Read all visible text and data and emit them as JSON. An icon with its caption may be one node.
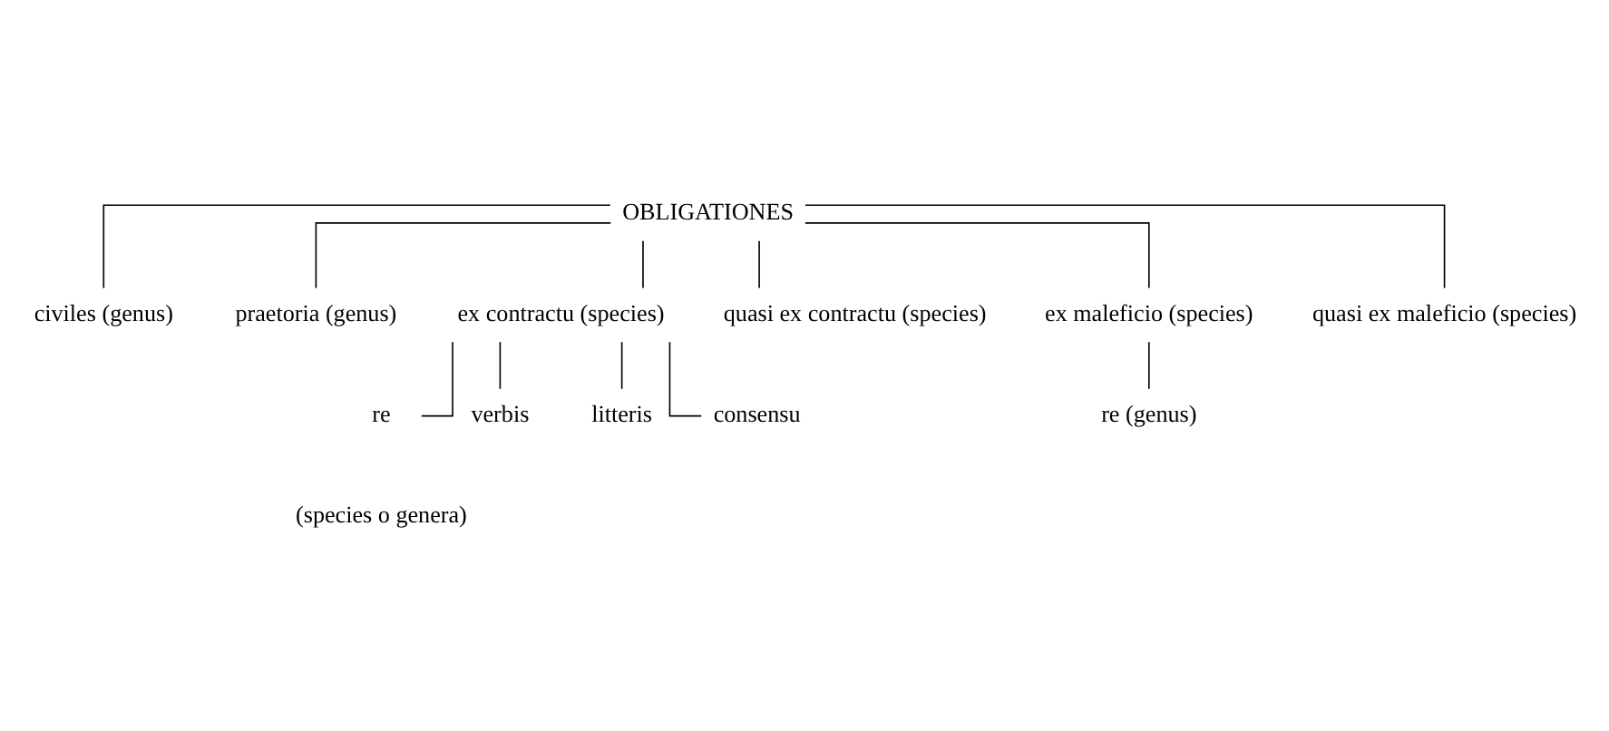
{
  "diagram": {
    "nodes": [
      {
        "text": [
          "OBLIGATIONES"
        ]
      },
      {
        "text": [
          "civiles (genus)"
        ]
      },
      {
        "text": [
          "praetoria (genus)"
        ]
      },
      {
        "text": [
          "ex contractu (species)"
        ]
      },
      {
        "text": [
          "quasi ex contractu (species)"
        ]
      },
      {
        "text": [
          "ex maleficio (species)"
        ]
      },
      {
        "text": [
          "quasi ex maleficio (species)"
        ]
      },
      {
        "text": [
          "re"
        ]
      },
      {
        "text": [
          "verbis"
        ]
      },
      {
        "text": [
          "litteris"
        ]
      },
      {
        "text": [
          "consensu"
        ]
      },
      {
        "text": [
          "re (genus)"
        ]
      }
    ],
    "edges": [
      {
        "from": 0,
        "to": 1,
        "arrow": "none"
      },
      {
        "from": 0,
        "to": 2,
        "arrow": "none"
      },
      {
        "from": 0,
        "to": 3,
        "arrow": "none"
      },
      {
        "from": 0,
        "to": 4,
        "arrow": "none"
      },
      {
        "from": 0,
        "to": 5,
        "arrow": "none"
      },
      {
        "from": 0,
        "to": 6,
        "arrow": "none"
      },
      {
        "from": 3,
        "to": 7,
        "arrow": "none"
      },
      {
        "from": 3,
        "to": 8,
        "arrow": "none"
      },
      {
        "from": 3,
        "to": 9,
        "arrow": "none"
      },
      {
        "from": 3,
        "to": 10,
        "arrow": "none"
      },
      {
        "from": 5,
        "to": 11,
        "arrow": "none"
      }
    ],
    "labels": [
      "(species o genera)"
    ]
  }
}
